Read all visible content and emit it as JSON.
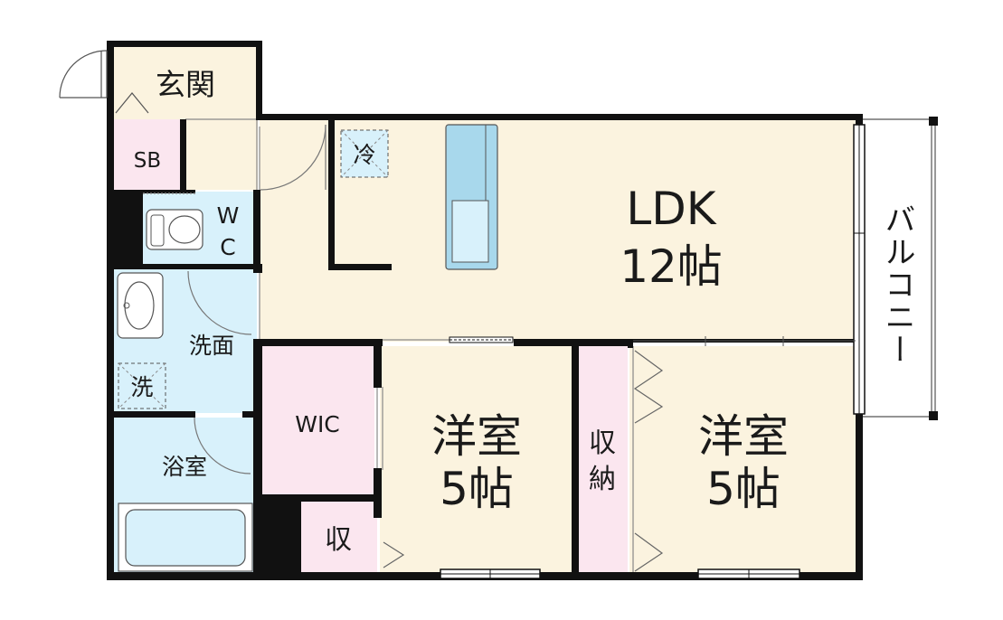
{
  "colors": {
    "wall": "#111111",
    "living": "#fbf3df",
    "wet": "#d8f1fb",
    "storage": "#fbe6ef",
    "fixture": "#a8d8ec",
    "line": "#777777"
  },
  "rooms": {
    "entrance": "玄関",
    "shoebox": "SB",
    "wc_w": "W",
    "wc_c": "C",
    "washroom": "洗面",
    "washer": "洗",
    "bathroom": "浴室",
    "fridge": "冷",
    "ldk_name": "LDK",
    "ldk_size": "12帖",
    "wic": "WIC",
    "storage_small": "収",
    "western1_name": "洋室",
    "western1_size": "5帖",
    "closet_top": "収",
    "closet_bottom": "納",
    "western2_name": "洋室",
    "western2_size": "5帖",
    "balcony": "バルコニー"
  }
}
